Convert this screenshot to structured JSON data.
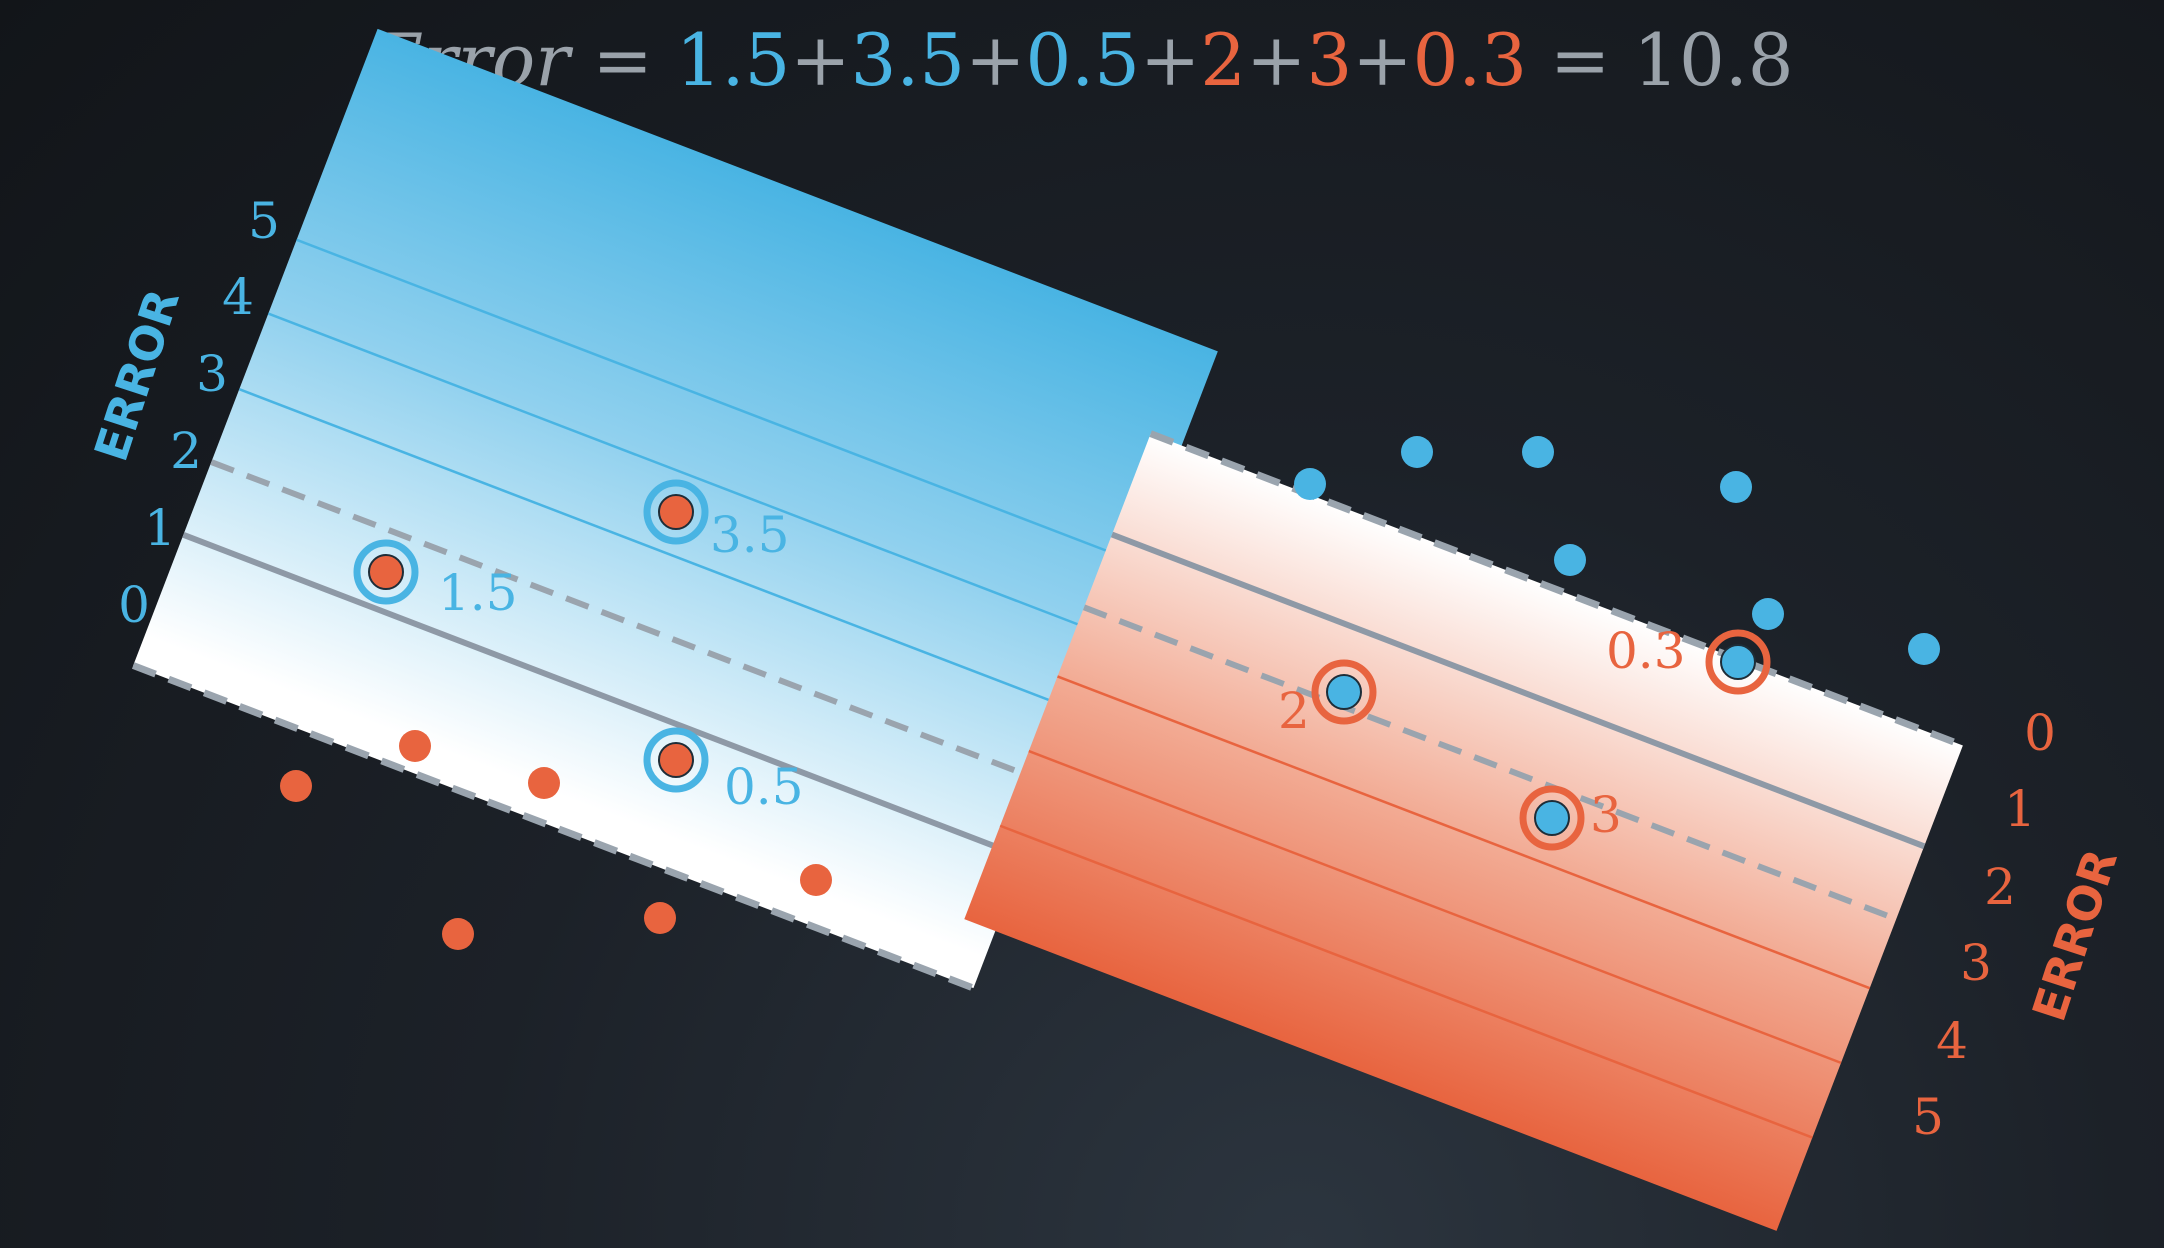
{
  "equation": {
    "lhs": "Error",
    "equals": "=",
    "terms": [
      {
        "text": "1.5",
        "color": "blue"
      },
      {
        "text": "3.5",
        "color": "blue"
      },
      {
        "text": "0.5",
        "color": "blue"
      },
      {
        "text": "2",
        "color": "red"
      },
      {
        "text": "3",
        "color": "red"
      },
      {
        "text": "0.3",
        "color": "red"
      }
    ],
    "plus": "+",
    "result": "10.8"
  },
  "colors": {
    "blue": "#49b4e3",
    "red": "#e8643f",
    "gray_line": "#8e99a6",
    "text_gray": "#9aa2aa",
    "background": "#1a1f25"
  },
  "blue_region": {
    "axis_title": "ERROR",
    "ticks": [
      "0",
      "1",
      "2",
      "3",
      "4",
      "5"
    ],
    "errors": [
      "1.5",
      "3.5",
      "0.5"
    ]
  },
  "red_region": {
    "axis_title": "ERROR",
    "ticks": [
      "0",
      "1",
      "2",
      "3",
      "4",
      "5"
    ],
    "errors": [
      "2",
      "0.3",
      "3"
    ]
  }
}
